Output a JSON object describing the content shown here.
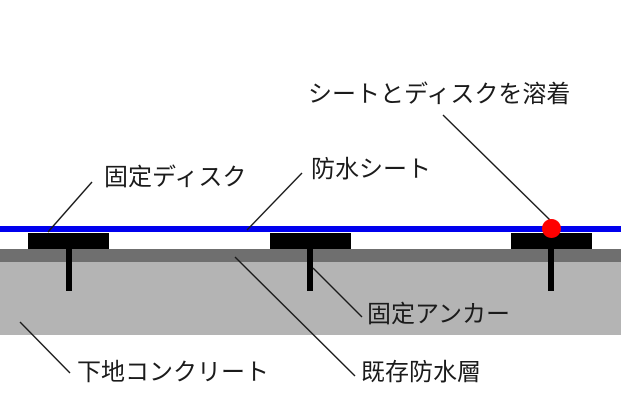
{
  "diagram": {
    "labels": {
      "weld": "シートとディスクを溶着",
      "sheet": "防水シート",
      "disk": "固定ディスク",
      "anchor": "固定アンカー",
      "substrate": "下地コンクリート",
      "existing": "既存防水層"
    },
    "colors": {
      "sheet_blue": "#0000ee",
      "disk_black": "#000000",
      "anchor_black": "#000000",
      "existing_layer_gray": "#6f6f6f",
      "substrate_gray": "#b4b4b4",
      "weld_dot_red": "#ff0000",
      "leader_line": "#1a1a1a",
      "text": "#1b1b1b",
      "background": "#ffffff"
    }
  }
}
